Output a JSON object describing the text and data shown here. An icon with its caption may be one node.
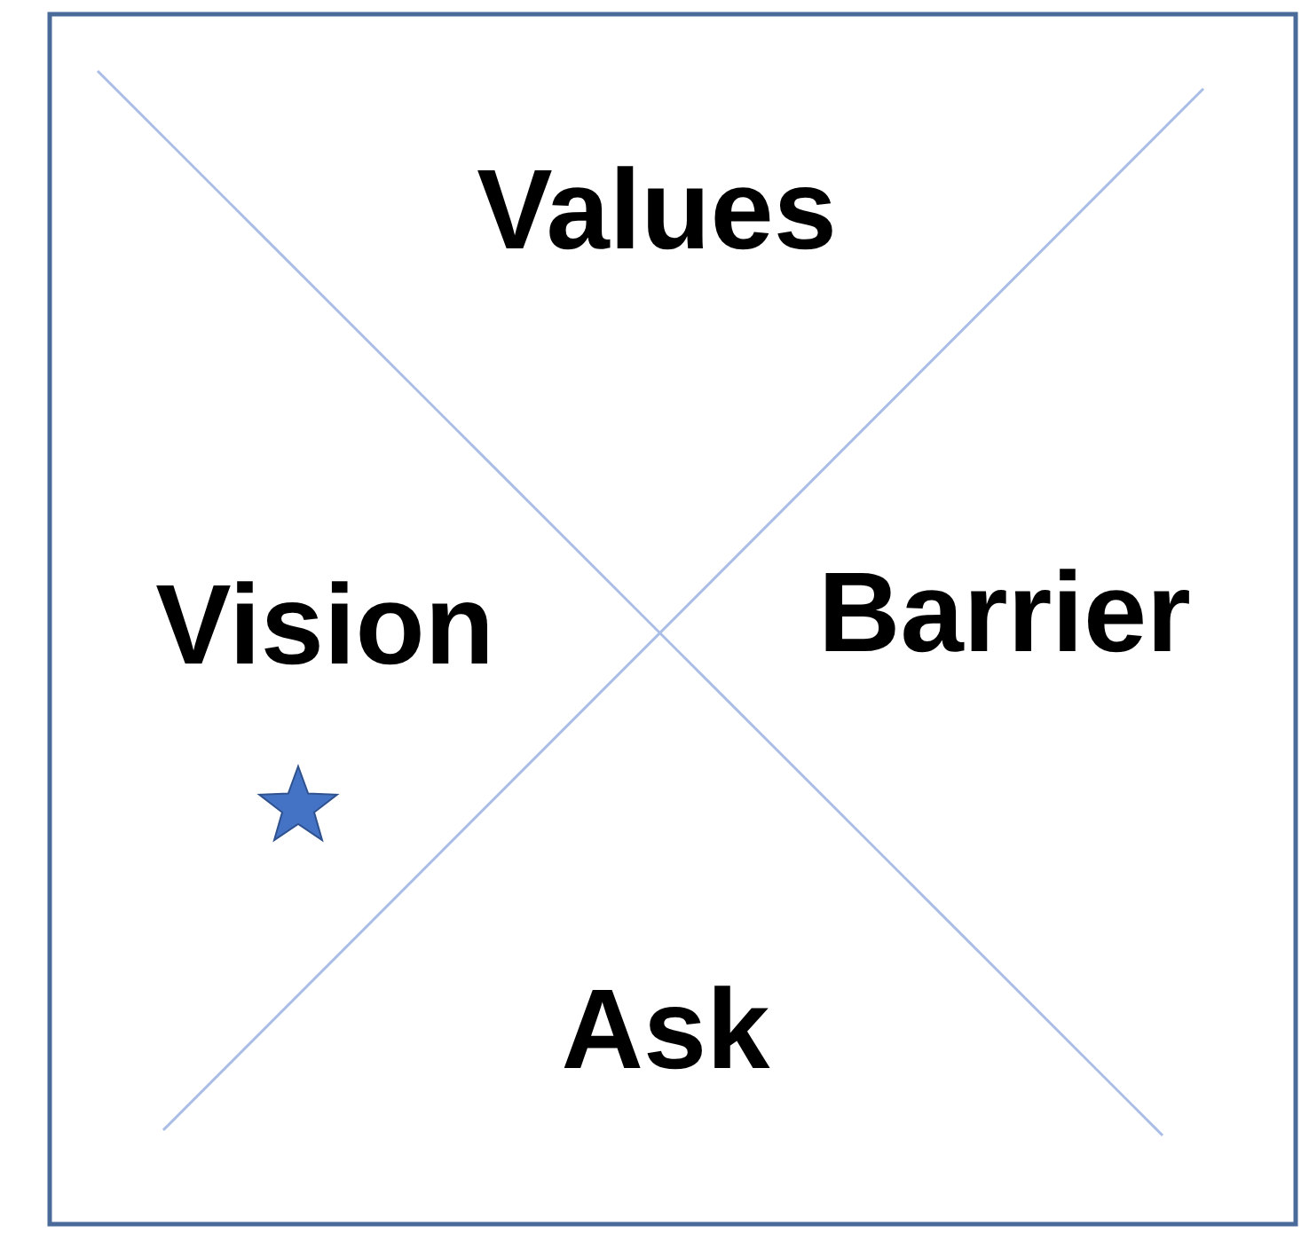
{
  "diagram": {
    "labels": [
      "Values",
      "Vision",
      "Barrier",
      "Ask"
    ]
  }
}
